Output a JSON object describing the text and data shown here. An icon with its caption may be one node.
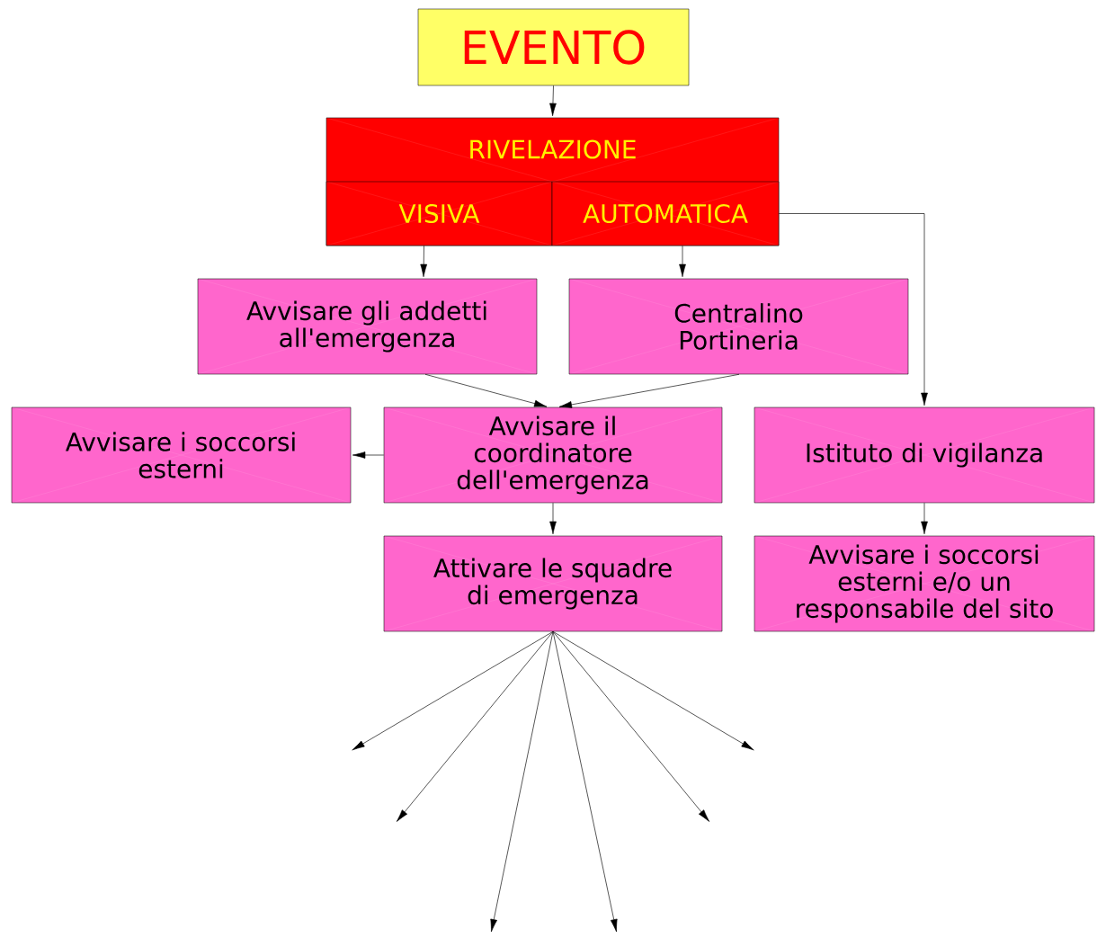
{
  "diagram": {
    "nodes": [
      {
        "text": [
          "EVENTO"
        ]
      },
      {
        "text": [
          "RIVELAZIONE"
        ]
      },
      {
        "text": [
          "VISIVA"
        ],
        "in": 1
      },
      {
        "text": [
          "AUTOMATICA"
        ],
        "in": 1
      },
      {
        "text": [
          "Avvisare gli addetti all'emergenza"
        ]
      },
      {
        "text": [
          "Centralino Portineria"
        ]
      },
      {
        "text": [
          "Avvisare i soccorsi esterni"
        ]
      },
      {
        "text": [
          "Avvisare il coordinatore dell'emergenza"
        ]
      },
      {
        "text": [
          "Istituto di vigilanza"
        ]
      },
      {
        "text": [
          "Attivare le squadre di emergenza"
        ]
      },
      {
        "text": [
          "Avvisare i soccorsi esterni e/o un responsabile del sito"
        ]
      }
    ],
    "edges": [
      {
        "from": 0,
        "to": 1,
        "arrow": "to"
      },
      {
        "from": 2,
        "to": 4,
        "arrow": "to"
      },
      {
        "from": 3,
        "to": 5,
        "arrow": "to"
      },
      {
        "from": 3,
        "to": 8,
        "arrow": "to"
      },
      {
        "from": 4,
        "to": 7,
        "arrow": "to"
      },
      {
        "from": 5,
        "to": 7,
        "arrow": "to"
      },
      {
        "from": 7,
        "to": 6,
        "arrow": "to"
      },
      {
        "from": 7,
        "to": 9,
        "arrow": "to"
      },
      {
        "from": 8,
        "to": 10,
        "arrow": "to"
      },
      {
        "from": 9,
        "to": null,
        "arrow": "to"
      },
      {
        "from": 9,
        "to": null,
        "arrow": "to"
      },
      {
        "from": 9,
        "to": null,
        "arrow": "to"
      },
      {
        "from": 9,
        "to": null,
        "arrow": "to"
      },
      {
        "from": 9,
        "to": null,
        "arrow": "to"
      },
      {
        "from": 9,
        "to": null,
        "arrow": "to"
      }
    ]
  }
}
